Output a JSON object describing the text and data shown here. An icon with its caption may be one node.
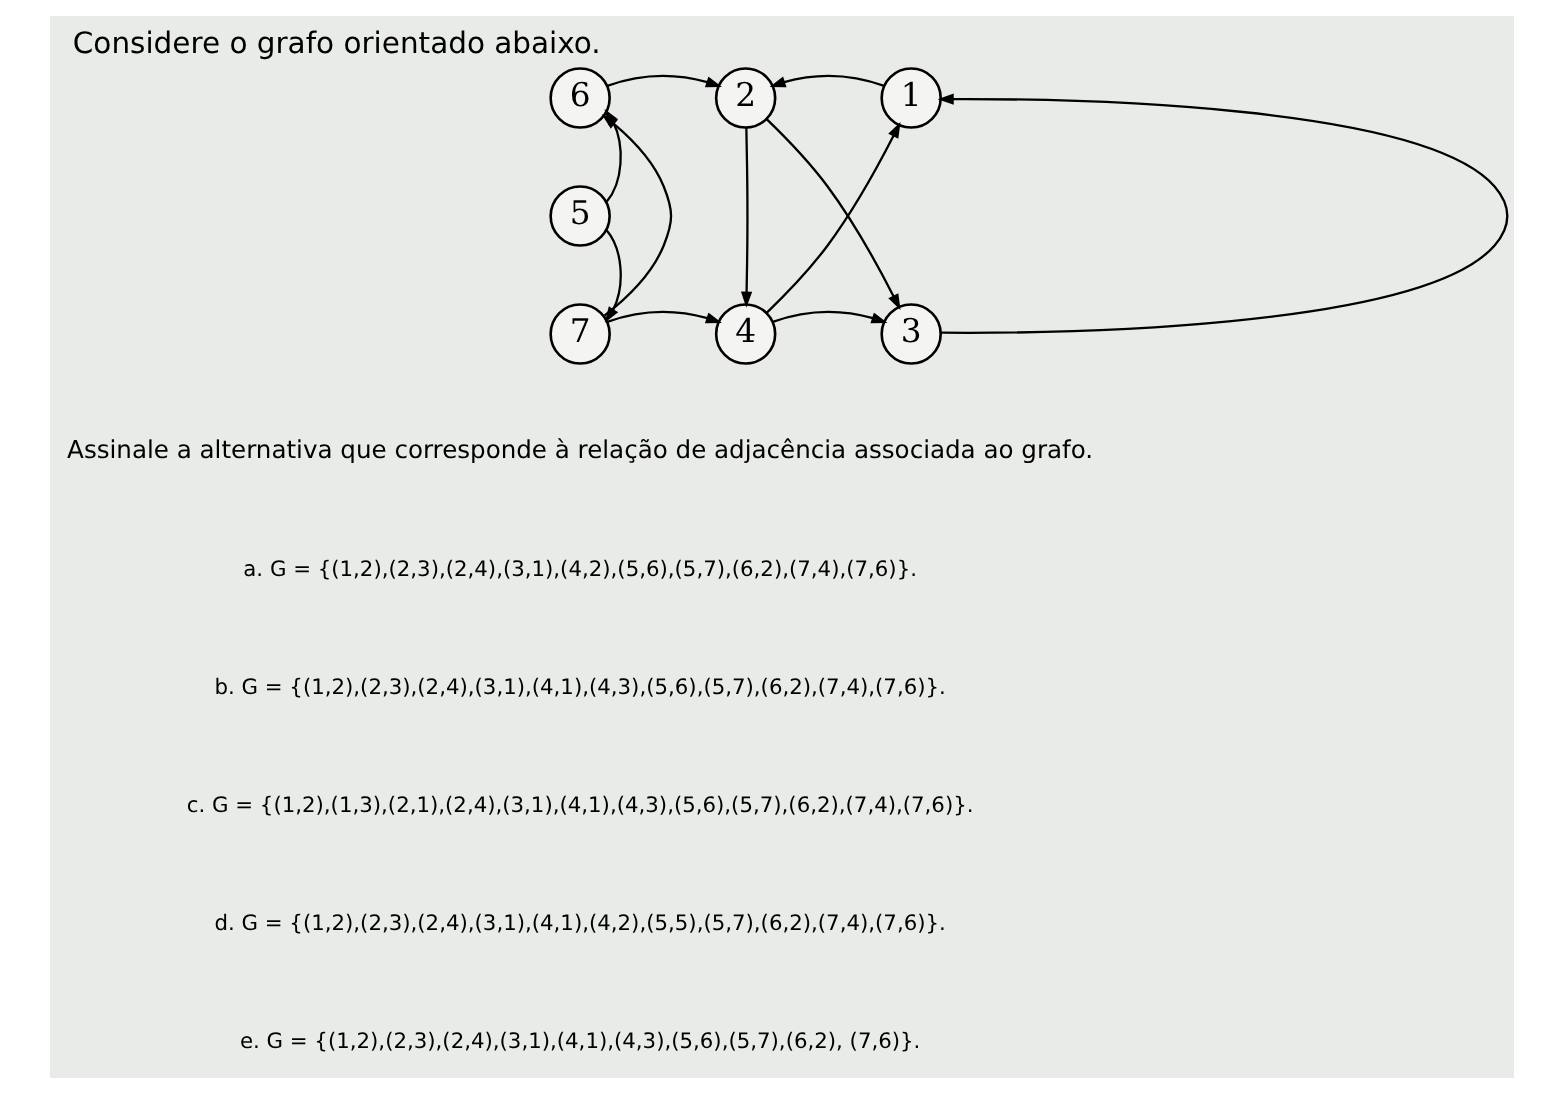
{
  "diagram": {
    "title": "Considere o grafo orientado abaixo.",
    "nodes": [
      {
        "text": [
          "6"
        ]
      },
      {
        "text": [
          "2"
        ]
      },
      {
        "text": [
          "1"
        ]
      },
      {
        "text": [
          "5"
        ]
      },
      {
        "text": [
          "7"
        ]
      },
      {
        "text": [
          "4"
        ]
      },
      {
        "text": [
          "3"
        ]
      }
    ],
    "edges": [
      {
        "from": 3,
        "to": 0,
        "arrow": "to"
      },
      {
        "from": 3,
        "to": 4,
        "arrow": "to"
      },
      {
        "from": 0,
        "to": 1,
        "arrow": "to"
      },
      {
        "from": 4,
        "to": 0,
        "arrow": "to"
      },
      {
        "from": 4,
        "to": 5,
        "arrow": "to"
      },
      {
        "from": 1,
        "to": 5,
        "arrow": "to"
      },
      {
        "from": 1,
        "to": 6,
        "arrow": "to"
      },
      {
        "from": 2,
        "to": 1,
        "arrow": "to"
      },
      {
        "from": 5,
        "to": 2,
        "arrow": "to"
      },
      {
        "from": 5,
        "to": 6,
        "arrow": "to"
      },
      {
        "from": 6,
        "to": 2,
        "arrow": "to"
      }
    ],
    "labels": [
      "Assinale a alternativa que corresponde à relação de adjacência associada ao grafo.",
      "a. G = {(1,2),(2,3),(2,4),(3,1),(4,2),(5,6),(5,7),(6,2),(7,4),(7,6)}.",
      "b. G = {(1,2),(2,3),(2,4),(3,1),(4,1),(4,3),(5,6),(5,7),(6,2),(7,4),(7,6)}.",
      "c. G = {(1,2),(1,3),(2,1),(2,4),(3,1),(4,1),(4,3),(5,6),(5,7),(6,2),(7,4),(7,6)}.",
      "d. G = {(1,2),(2,3),(2,4),(3,1),(4,1),(4,2),(5,5),(5,7),(6,2),(7,4),(7,6)}.",
      "e. G = {(1,2),(2,3),(2,4),(3,1),(4,1),(4,3),(5,6),(5,7),(6,2), (7,6)}."
    ]
  }
}
